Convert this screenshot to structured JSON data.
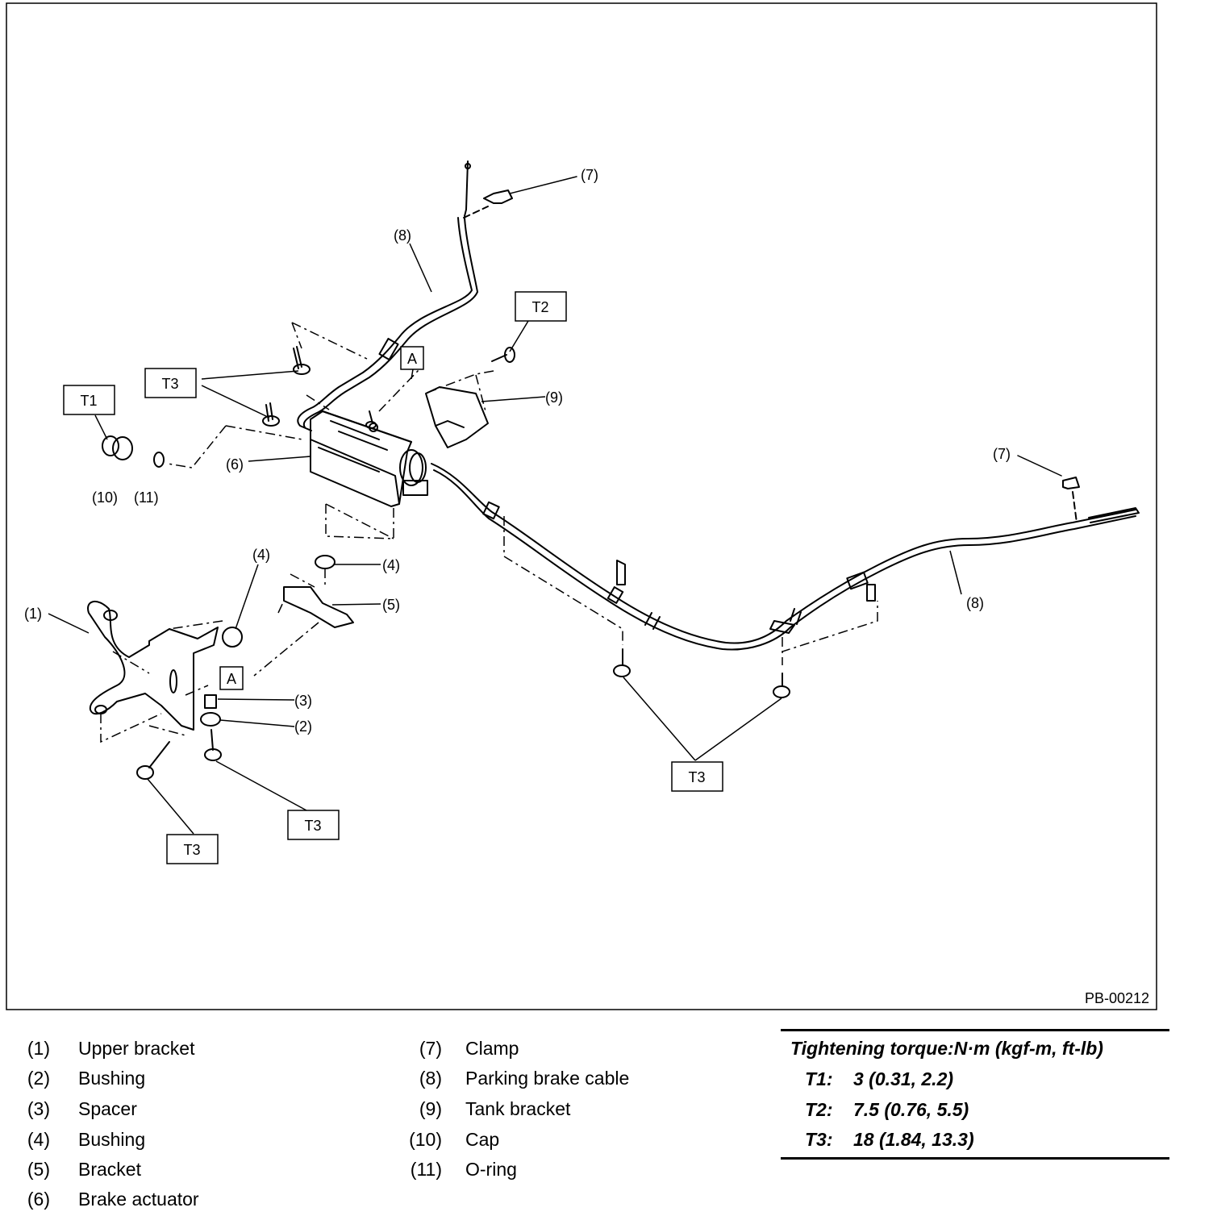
{
  "figure": {
    "code": "PB-00212",
    "callouts": {
      "n1": "(1)",
      "n2": "(2)",
      "n3": "(3)",
      "n4": "(4)",
      "n5": "(5)",
      "n6": "(6)",
      "n7": "(7)",
      "n8": "(8)",
      "n9": "(9)",
      "n10": "(10)",
      "n11": "(11)"
    },
    "boxes": {
      "t1": "T1",
      "t2": "T2",
      "t3": "T3",
      "a": "A"
    }
  },
  "legend": {
    "left": [
      {
        "num": "(1)",
        "name": "Upper bracket"
      },
      {
        "num": "(2)",
        "name": "Bushing"
      },
      {
        "num": "(3)",
        "name": "Spacer"
      },
      {
        "num": "(4)",
        "name": "Bushing"
      },
      {
        "num": "(5)",
        "name": "Bracket"
      },
      {
        "num": "(6)",
        "name": "Brake actuator"
      }
    ],
    "right": [
      {
        "num": "(7)",
        "name": "Clamp"
      },
      {
        "num": "(8)",
        "name": "Parking brake cable"
      },
      {
        "num": "(9)",
        "name": "Tank bracket"
      },
      {
        "num": "(10)",
        "name": "Cap"
      },
      {
        "num": "(11)",
        "name": "O-ring"
      }
    ]
  },
  "torque": {
    "header": "Tightening torque:N·m (kgf-m, ft-lb)",
    "rows": [
      {
        "id": "T1:",
        "value": "3 (0.31, 2.2)"
      },
      {
        "id": "T2:",
        "value": "7.5 (0.76, 5.5)"
      },
      {
        "id": "T3:",
        "value": "18 (1.84, 13.3)"
      }
    ]
  }
}
